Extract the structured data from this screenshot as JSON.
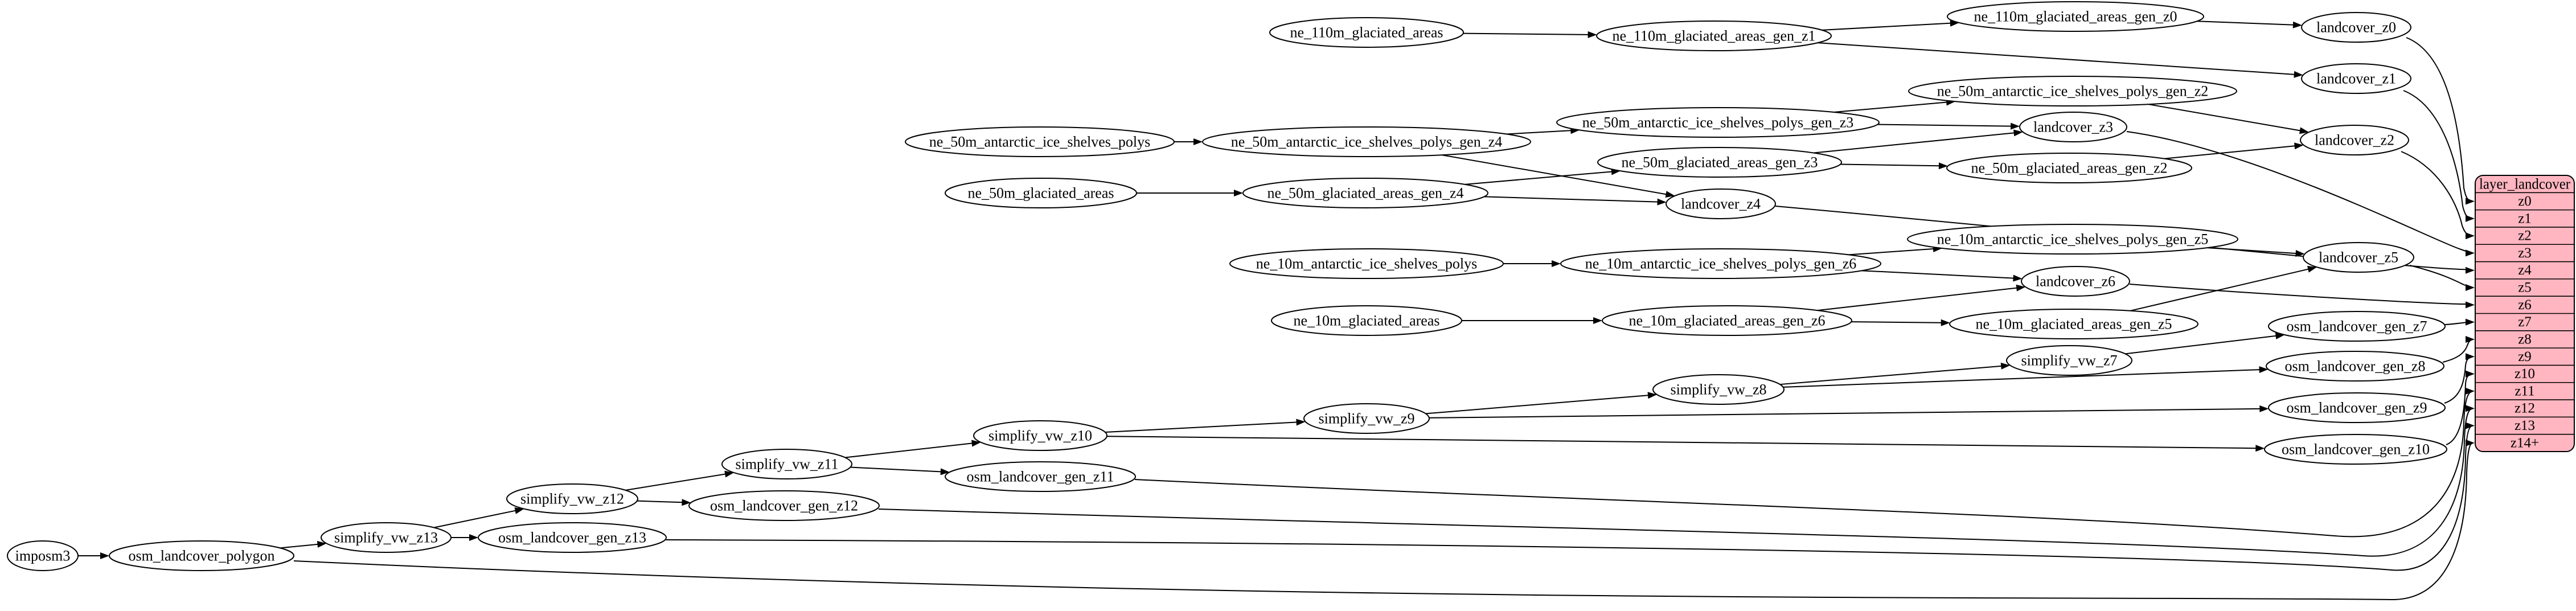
{
  "diagram": {
    "nodes": [
      {
        "id": "imposm3",
        "label": "imposm3"
      },
      {
        "id": "osm_landcover_polygon",
        "label": "osm_landcover_polygon"
      },
      {
        "id": "simplify_vw_z13",
        "label": "simplify_vw_z13"
      },
      {
        "id": "osm_landcover_gen_z13",
        "label": "osm_landcover_gen_z13"
      },
      {
        "id": "simplify_vw_z12",
        "label": "simplify_vw_z12"
      },
      {
        "id": "osm_landcover_gen_z12",
        "label": "osm_landcover_gen_z12"
      },
      {
        "id": "simplify_vw_z11",
        "label": "simplify_vw_z11"
      },
      {
        "id": "osm_landcover_gen_z11",
        "label": "osm_landcover_gen_z11"
      },
      {
        "id": "simplify_vw_z10",
        "label": "simplify_vw_z10"
      },
      {
        "id": "simplify_vw_z9",
        "label": "simplify_vw_z9"
      },
      {
        "id": "simplify_vw_z8",
        "label": "simplify_vw_z8"
      },
      {
        "id": "simplify_vw_z7",
        "label": "simplify_vw_z7"
      },
      {
        "id": "osm_landcover_gen_z7",
        "label": "osm_landcover_gen_z7"
      },
      {
        "id": "osm_landcover_gen_z8",
        "label": "osm_landcover_gen_z8"
      },
      {
        "id": "osm_landcover_gen_z9",
        "label": "osm_landcover_gen_z9"
      },
      {
        "id": "osm_landcover_gen_z10",
        "label": "osm_landcover_gen_z10"
      },
      {
        "id": "ne_110m_glaciated_areas",
        "label": "ne_110m_glaciated_areas"
      },
      {
        "id": "ne_110m_glaciated_areas_gen_z1",
        "label": "ne_110m_glaciated_areas_gen_z1"
      },
      {
        "id": "ne_110m_glaciated_areas_gen_z0",
        "label": "ne_110m_glaciated_areas_gen_z0"
      },
      {
        "id": "landcover_z0",
        "label": "landcover_z0"
      },
      {
        "id": "landcover_z1",
        "label": "landcover_z1"
      },
      {
        "id": "ne_50m_antarctic_ice_shelves_polys",
        "label": "ne_50m_antarctic_ice_shelves_polys"
      },
      {
        "id": "ne_50m_antarctic_ice_shelves_polys_gen_z4",
        "label": "ne_50m_antarctic_ice_shelves_polys_gen_z4"
      },
      {
        "id": "ne_50m_antarctic_ice_shelves_polys_gen_z3",
        "label": "ne_50m_antarctic_ice_shelves_polys_gen_z3"
      },
      {
        "id": "ne_50m_antarctic_ice_shelves_polys_gen_z2",
        "label": "ne_50m_antarctic_ice_shelves_polys_gen_z2"
      },
      {
        "id": "landcover_z2",
        "label": "landcover_z2"
      },
      {
        "id": "landcover_z3",
        "label": "landcover_z3"
      },
      {
        "id": "landcover_z4",
        "label": "landcover_z4"
      },
      {
        "id": "ne_50m_glaciated_areas",
        "label": "ne_50m_glaciated_areas"
      },
      {
        "id": "ne_50m_glaciated_areas_gen_z4",
        "label": "ne_50m_glaciated_areas_gen_z4"
      },
      {
        "id": "ne_50m_glaciated_areas_gen_z3",
        "label": "ne_50m_glaciated_areas_gen_z3"
      },
      {
        "id": "ne_50m_glaciated_areas_gen_z2",
        "label": "ne_50m_glaciated_areas_gen_z2"
      },
      {
        "id": "ne_10m_antarctic_ice_shelves_polys",
        "label": "ne_10m_antarctic_ice_shelves_polys"
      },
      {
        "id": "ne_10m_antarctic_ice_shelves_polys_gen_z6",
        "label": "ne_10m_antarctic_ice_shelves_polys_gen_z6"
      },
      {
        "id": "ne_10m_antarctic_ice_shelves_polys_gen_z5",
        "label": "ne_10m_antarctic_ice_shelves_polys_gen_z5"
      },
      {
        "id": "landcover_z5",
        "label": "landcover_z5"
      },
      {
        "id": "landcover_z6",
        "label": "landcover_z6"
      },
      {
        "id": "ne_10m_glaciated_areas",
        "label": "ne_10m_glaciated_areas"
      },
      {
        "id": "ne_10m_glaciated_areas_gen_z6",
        "label": "ne_10m_glaciated_areas_gen_z6"
      },
      {
        "id": "ne_10m_glaciated_areas_gen_z5",
        "label": "ne_10m_glaciated_areas_gen_z5"
      }
    ],
    "edges": [
      {
        "from": "imposm3",
        "to": "osm_landcover_polygon"
      },
      {
        "from": "osm_landcover_polygon",
        "to": "simplify_vw_z13"
      },
      {
        "from": "simplify_vw_z13",
        "to": "osm_landcover_gen_z13"
      },
      {
        "from": "simplify_vw_z13",
        "to": "simplify_vw_z12"
      },
      {
        "from": "simplify_vw_z12",
        "to": "osm_landcover_gen_z12"
      },
      {
        "from": "simplify_vw_z12",
        "to": "simplify_vw_z11"
      },
      {
        "from": "simplify_vw_z11",
        "to": "osm_landcover_gen_z11"
      },
      {
        "from": "simplify_vw_z11",
        "to": "simplify_vw_z10"
      },
      {
        "from": "simplify_vw_z10",
        "to": "osm_landcover_gen_z10"
      },
      {
        "from": "simplify_vw_z10",
        "to": "simplify_vw_z9"
      },
      {
        "from": "simplify_vw_z9",
        "to": "osm_landcover_gen_z9"
      },
      {
        "from": "simplify_vw_z9",
        "to": "simplify_vw_z8"
      },
      {
        "from": "simplify_vw_z8",
        "to": "osm_landcover_gen_z8"
      },
      {
        "from": "simplify_vw_z8",
        "to": "simplify_vw_z7"
      },
      {
        "from": "simplify_vw_z7",
        "to": "osm_landcover_gen_z7"
      },
      {
        "from": "ne_110m_glaciated_areas",
        "to": "ne_110m_glaciated_areas_gen_z1"
      },
      {
        "from": "ne_110m_glaciated_areas_gen_z1",
        "to": "ne_110m_glaciated_areas_gen_z0"
      },
      {
        "from": "ne_110m_glaciated_areas_gen_z1",
        "to": "landcover_z1"
      },
      {
        "from": "ne_110m_glaciated_areas_gen_z0",
        "to": "landcover_z0"
      },
      {
        "from": "ne_50m_antarctic_ice_shelves_polys",
        "to": "ne_50m_antarctic_ice_shelves_polys_gen_z4"
      },
      {
        "from": "ne_50m_antarctic_ice_shelves_polys_gen_z4",
        "to": "ne_50m_antarctic_ice_shelves_polys_gen_z3"
      },
      {
        "from": "ne_50m_antarctic_ice_shelves_polys_gen_z4",
        "to": "landcover_z4"
      },
      {
        "from": "ne_50m_antarctic_ice_shelves_polys_gen_z3",
        "to": "ne_50m_antarctic_ice_shelves_polys_gen_z2"
      },
      {
        "from": "ne_50m_antarctic_ice_shelves_polys_gen_z3",
        "to": "landcover_z3"
      },
      {
        "from": "ne_50m_antarctic_ice_shelves_polys_gen_z2",
        "to": "landcover_z2"
      },
      {
        "from": "ne_50m_glaciated_areas",
        "to": "ne_50m_glaciated_areas_gen_z4"
      },
      {
        "from": "ne_50m_glaciated_areas_gen_z4",
        "to": "ne_50m_glaciated_areas_gen_z3"
      },
      {
        "from": "ne_50m_glaciated_areas_gen_z4",
        "to": "landcover_z4"
      },
      {
        "from": "ne_50m_glaciated_areas_gen_z3",
        "to": "ne_50m_glaciated_areas_gen_z2"
      },
      {
        "from": "ne_50m_glaciated_areas_gen_z3",
        "to": "landcover_z3"
      },
      {
        "from": "ne_50m_glaciated_areas_gen_z2",
        "to": "landcover_z2"
      },
      {
        "from": "ne_10m_antarctic_ice_shelves_polys",
        "to": "ne_10m_antarctic_ice_shelves_polys_gen_z6"
      },
      {
        "from": "ne_10m_antarctic_ice_shelves_polys_gen_z6",
        "to": "ne_10m_antarctic_ice_shelves_polys_gen_z5"
      },
      {
        "from": "ne_10m_antarctic_ice_shelves_polys_gen_z6",
        "to": "landcover_z6"
      },
      {
        "from": "ne_10m_antarctic_ice_shelves_polys_gen_z5",
        "to": "landcover_z5"
      },
      {
        "from": "ne_10m_glaciated_areas",
        "to": "ne_10m_glaciated_areas_gen_z6"
      },
      {
        "from": "ne_10m_glaciated_areas_gen_z6",
        "to": "ne_10m_glaciated_areas_gen_z5"
      },
      {
        "from": "ne_10m_glaciated_areas_gen_z6",
        "to": "landcover_z6"
      },
      {
        "from": "ne_10m_glaciated_areas_gen_z5",
        "to": "landcover_z5"
      },
      {
        "from": "landcover_z0",
        "to": "table",
        "row": "z0"
      },
      {
        "from": "landcover_z1",
        "to": "table",
        "row": "z1"
      },
      {
        "from": "landcover_z2",
        "to": "table",
        "row": "z2"
      },
      {
        "from": "landcover_z3",
        "to": "table",
        "row": "z3"
      },
      {
        "from": "landcover_z4",
        "to": "table",
        "row": "z4"
      },
      {
        "from": "landcover_z5",
        "to": "table",
        "row": "z5"
      },
      {
        "from": "landcover_z6",
        "to": "table",
        "row": "z6"
      },
      {
        "from": "osm_landcover_gen_z7",
        "to": "table",
        "row": "z7"
      },
      {
        "from": "osm_landcover_gen_z8",
        "to": "table",
        "row": "z8"
      },
      {
        "from": "osm_landcover_gen_z9",
        "to": "table",
        "row": "z9"
      },
      {
        "from": "osm_landcover_gen_z10",
        "to": "table",
        "row": "z10"
      },
      {
        "from": "osm_landcover_gen_z11",
        "to": "table",
        "row": "z11"
      },
      {
        "from": "osm_landcover_gen_z12",
        "to": "table",
        "row": "z12"
      },
      {
        "from": "osm_landcover_gen_z13",
        "to": "table",
        "row": "z13"
      },
      {
        "from": "osm_landcover_polygon",
        "to": "table",
        "row": "z14+"
      }
    ],
    "table": {
      "title": "layer_landcover",
      "rows": [
        "z0",
        "z1",
        "z2",
        "z3",
        "z4",
        "z5",
        "z6",
        "z7",
        "z8",
        "z9",
        "z10",
        "z11",
        "z12",
        "z13",
        "z14+"
      ]
    },
    "colors": {
      "table_fill": "#ffb6c1",
      "node_fill": "#ffffff",
      "stroke": "#000000",
      "background": "#ffffff"
    }
  }
}
